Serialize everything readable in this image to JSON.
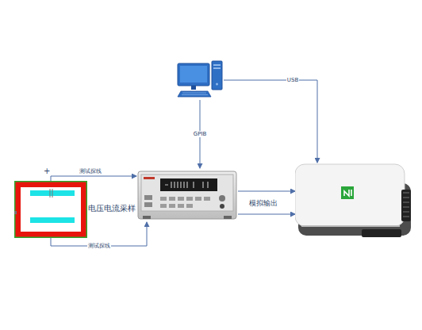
{
  "diagram": {
    "nodes": [
      {
        "text": []
      },
      {
        "text": [
          "电压电流采样"
        ]
      },
      {
        "text": []
      },
      {
        "text": []
      }
    ],
    "edges": [
      {
        "from": 0,
        "to": 2,
        "label": "GPIB",
        "arrow": "to"
      },
      {
        "from": 0,
        "to": 3,
        "label": "USB",
        "arrow": "to"
      },
      {
        "from": 1,
        "to": 2,
        "label": "测试探线",
        "arrow": "to"
      },
      {
        "from": 1,
        "to": 2,
        "label": "测试探线",
        "arrow": "to"
      },
      {
        "from": 2,
        "to": 3,
        "label": "模拟输出",
        "arrow": "to"
      },
      {
        "from": 2,
        "to": 3,
        "arrow": "to"
      }
    ],
    "labels": [
      "+"
    ]
  }
}
